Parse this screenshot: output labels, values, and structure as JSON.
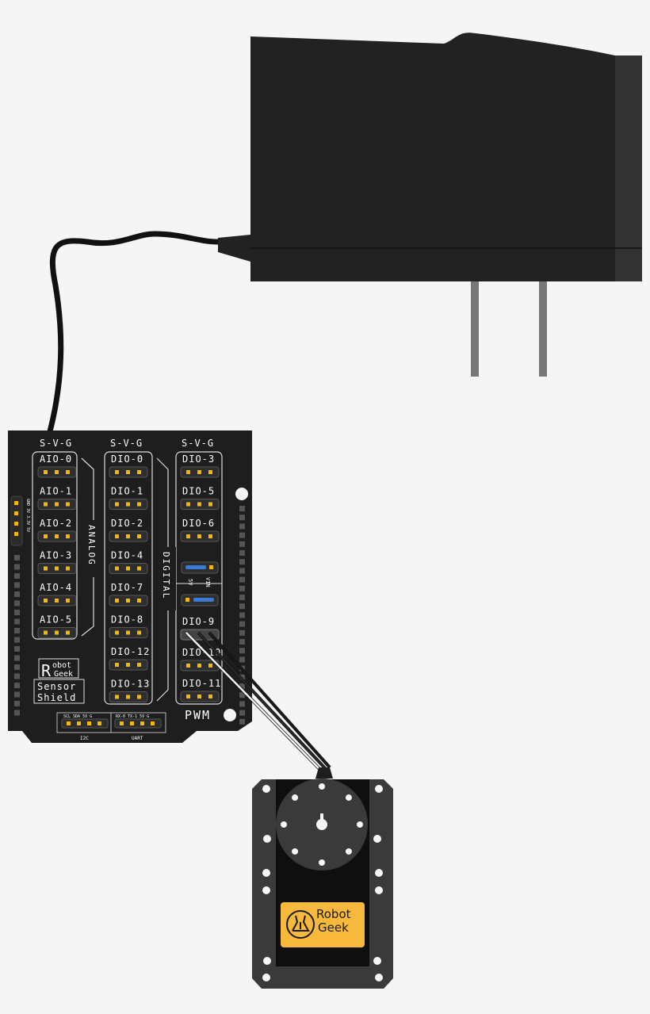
{
  "shield": {
    "column_headers": [
      "S-V-G",
      "S-V-G",
      "S-V-G"
    ],
    "analog_pins": [
      "AIO-0",
      "AIO-1",
      "AIO-2",
      "AIO-3",
      "AIO-4",
      "AIO-5"
    ],
    "digital_pins": [
      "DIO-0",
      "DIO-1",
      "DIO-2",
      "DIO-4",
      "DIO-7",
      "DIO-8",
      "DIO-12",
      "DIO-13"
    ],
    "pwm_pins_top": [
      "DIO-3",
      "DIO-5",
      "DIO-6"
    ],
    "pwm_pins_bottom": [
      "DIO-9",
      "DIO-10",
      "DIO-11"
    ],
    "section_analog": "ANALOG",
    "section_digital": "DIGITAL",
    "section_pwm": "PWM",
    "jumper_vin": "VIN",
    "jumper_5v": "5V",
    "logo_line1": "obot",
    "logo_r": "R",
    "logo_line2": "Geek",
    "name_line1": "Sensor",
    "name_line2": "Shield",
    "i2c_label": "I2C",
    "uart_label": "UART",
    "i2c_pins": "SCL SDA 5V G",
    "uart_pins": "RX-0 TX-1 5V G",
    "side_header": "GND 3V 3.3V 5V"
  },
  "servo": {
    "brand_line1": "Robot",
    "brand_line2": "Geek",
    "brand_color": "#f6b93b"
  },
  "wires": {
    "signal_color": "#ffffff",
    "power_color": "#222222",
    "ground_color": "#111111"
  }
}
